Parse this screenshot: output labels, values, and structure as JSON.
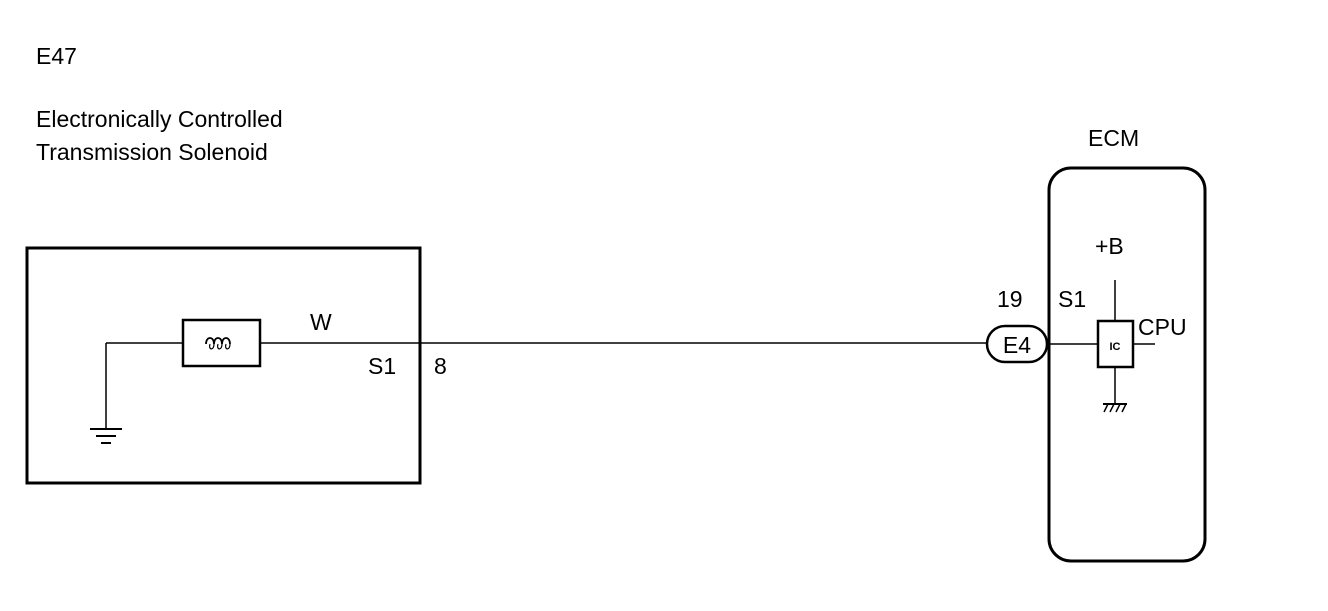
{
  "component": {
    "id": "E47",
    "name_line1": "Electronically Controlled",
    "name_line2": "Transmission Solenoid",
    "terminal_name": "S1",
    "terminal_pin": "8"
  },
  "wire": {
    "color_code": "W"
  },
  "ecm": {
    "title": "ECM",
    "connector": "E4",
    "pin": "19",
    "terminal_name": "S1",
    "supply_label": "+B",
    "cpu_label": "CPU",
    "ic_label": "IC"
  },
  "icons": {
    "solenoid": "solenoid-coil-icon",
    "ground_chassis": "chassis-ground-icon",
    "ground_ecm": "signal-ground-icon"
  }
}
